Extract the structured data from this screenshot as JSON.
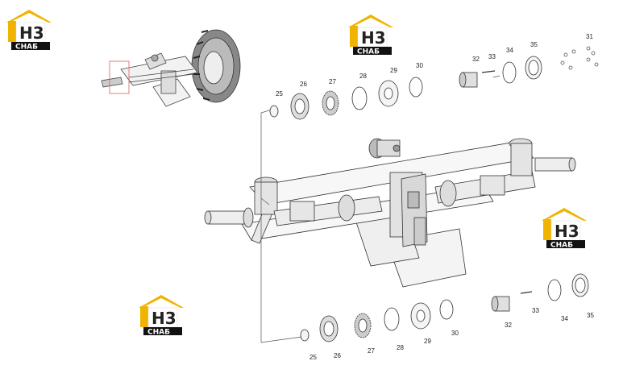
{
  "logo": {
    "letters": "H3",
    "name": "СНАБ",
    "colors": {
      "roof": "#f0b400",
      "plate": "#111111",
      "letters": "#222222"
    }
  },
  "colors": {
    "line": "#333333",
    "part": "#555555",
    "callout_box": "#e07070"
  },
  "top_row_labels": {
    "p25": "25",
    "p26": "26",
    "p27": "27",
    "p28": "28",
    "p29": "29",
    "p30": "30",
    "p32": "32",
    "p33": "33",
    "p34": "34",
    "p35": "35",
    "p31": "31"
  },
  "bottom_row_labels": {
    "p25": "25",
    "p26": "26",
    "p27": "27",
    "p28": "28",
    "p29": "29",
    "p30": "30",
    "p32": "32",
    "p33": "33",
    "p34": "34",
    "p35": "35"
  }
}
